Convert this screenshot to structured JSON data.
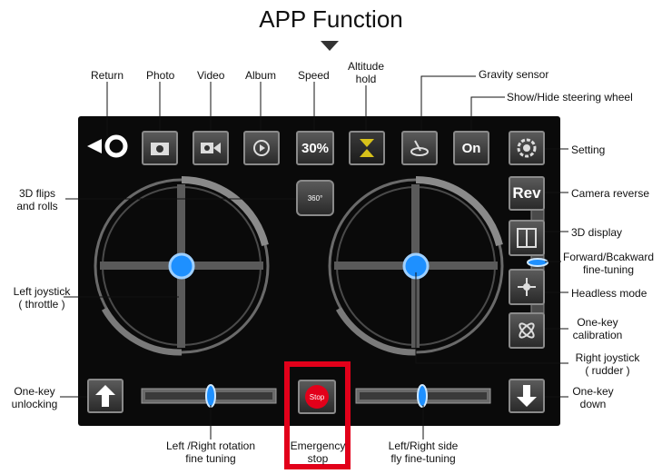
{
  "title": "APP Function",
  "labels": {
    "return": "Return",
    "photo": "Photo",
    "video": "Video",
    "album": "Album",
    "speed": "Speed",
    "altitude_1": "Altitude",
    "altitude_2": "hold",
    "gravity": "Gravity sensor",
    "steering": "Show/Hide steering wheel",
    "setting": "Setting",
    "flips_1": "3D flips",
    "flips_2": "and rolls",
    "camera_reverse": "Camera reverse",
    "display3d": "3D display",
    "fb_1": "Forward/Bcakward",
    "fb_2": "fine-tuning",
    "headless": "Headless mode",
    "calib_1": "One-key",
    "calib_2": "calibration",
    "left_js_1": "Left joystick",
    "left_js_2": "( throttle )",
    "right_js_1": "Right joystick",
    "right_js_2": "( rudder )",
    "unlock_1": "One-key",
    "unlock_2": "unlocking",
    "down_1": "One-key",
    "down_2": "down",
    "rotation_1": "Left /Right rotation",
    "rotation_2": "fine tuning",
    "emergency_1": "Emergency",
    "emergency_2": "stop",
    "side_1": "Left/Right side",
    "side_2": "fly fine-tuning"
  },
  "buttons": {
    "speed": "30%",
    "steering": "On",
    "reverse": "Rev",
    "stop": "Stop",
    "flip": "360°"
  },
  "colors": {
    "accent_blue": "#1e90ff",
    "emergency_red": "#e2001a",
    "altitude_yellow": "#d8c21a"
  }
}
